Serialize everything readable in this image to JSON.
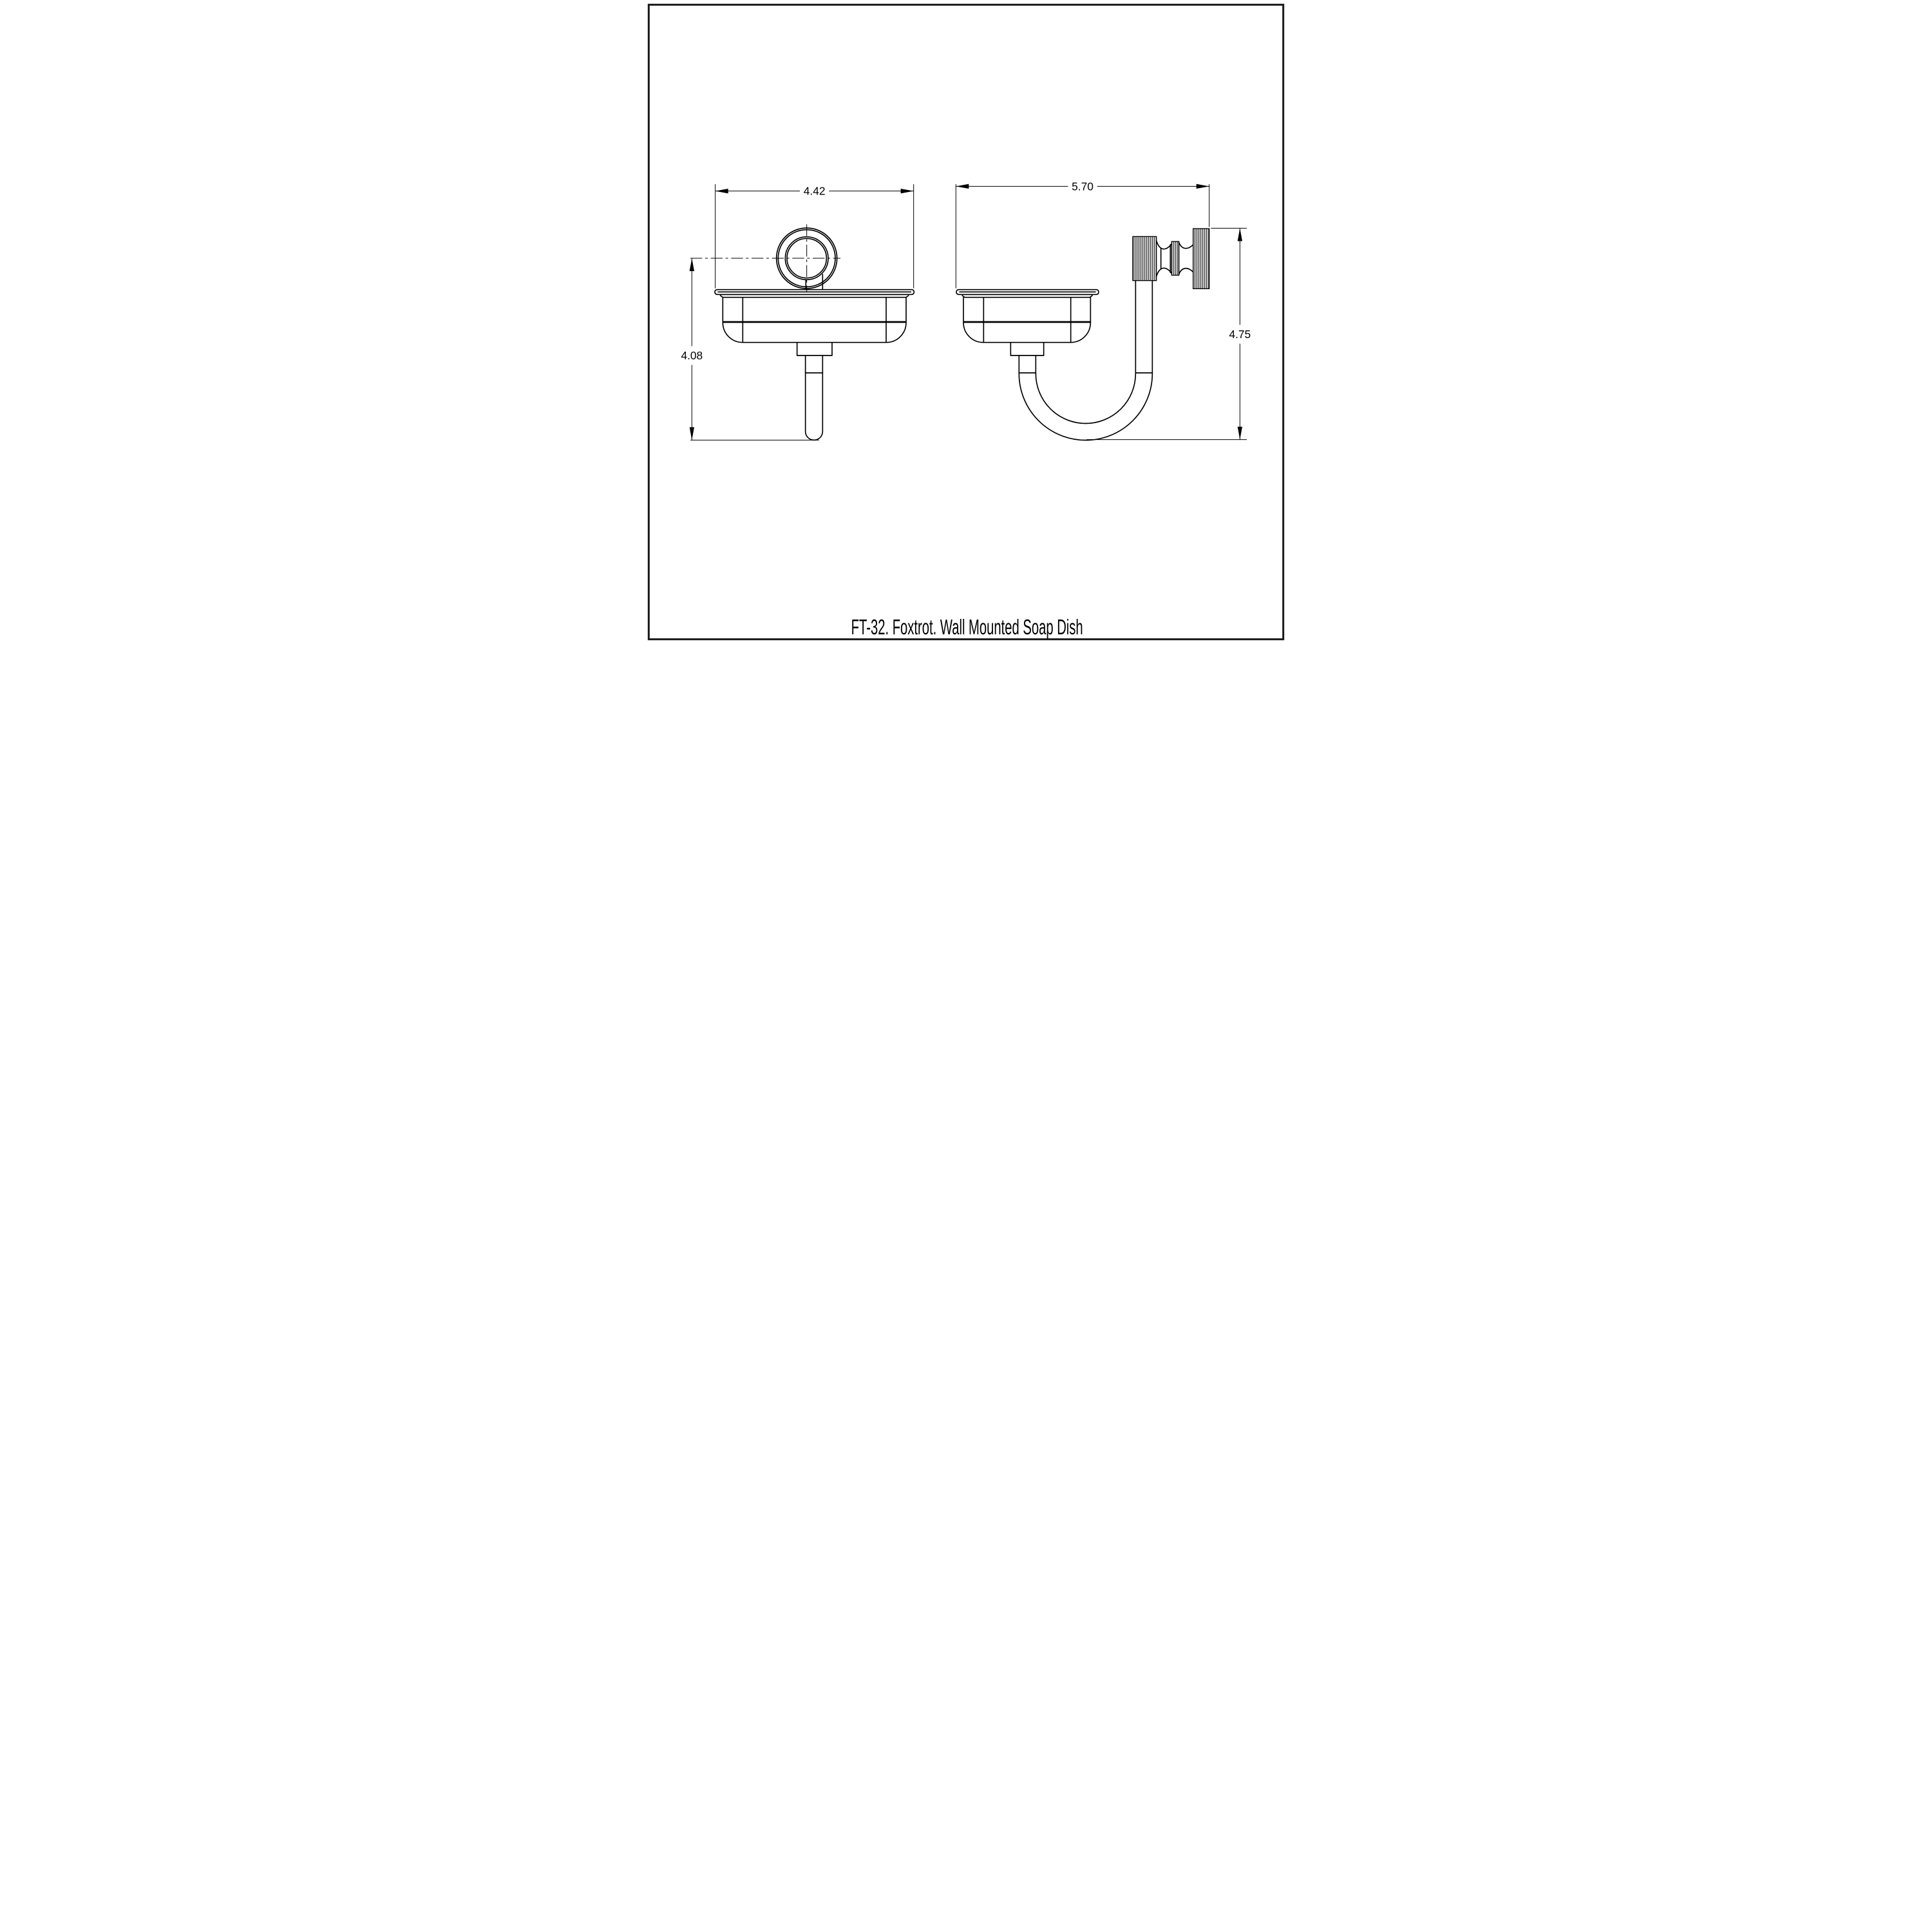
{
  "title": "FT-32. Foxtrot. Wall Mounted Soap Dish",
  "views": {
    "front": {
      "width": "4.42",
      "height": "4.08"
    },
    "side": {
      "width": "5.70",
      "height": "4.75"
    }
  },
  "colors": {
    "line": "#000000",
    "border": "#1a1a1a",
    "background": "#ffffff"
  }
}
